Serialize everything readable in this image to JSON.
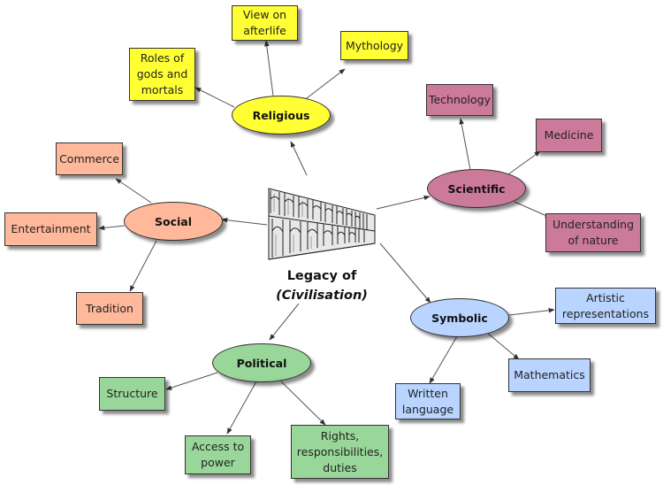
{
  "center": {
    "line1": "Legacy of",
    "line2": "(Civilisation)",
    "image": "aqueduct-illustration"
  },
  "branches": {
    "religious": {
      "label": "Religious",
      "color": "#ffff33",
      "children": {
        "afterlife": "View on afterlife",
        "mythology": "Mythology",
        "gods": "Roles of gods and mortals"
      }
    },
    "scientific": {
      "label": "Scientific",
      "color": "#cc7a99",
      "children": {
        "technology": "Technology",
        "medicine": "Medicine",
        "nature": "Understanding of nature"
      }
    },
    "social": {
      "label": "Social",
      "color": "#ffb899",
      "children": {
        "commerce": "Commerce",
        "entertainment": "Entertainment",
        "tradition": "Tradition"
      }
    },
    "symbolic": {
      "label": "Symbolic",
      "color": "#b8d4ff",
      "children": {
        "artistic": "Artistic representations",
        "mathematics": "Mathematics",
        "written": "Written language"
      }
    },
    "political": {
      "label": "Political",
      "color": "#99d699",
      "children": {
        "structure": "Structure",
        "power": "Access to power",
        "rights": "Rights, responsibilities, duties"
      }
    }
  }
}
